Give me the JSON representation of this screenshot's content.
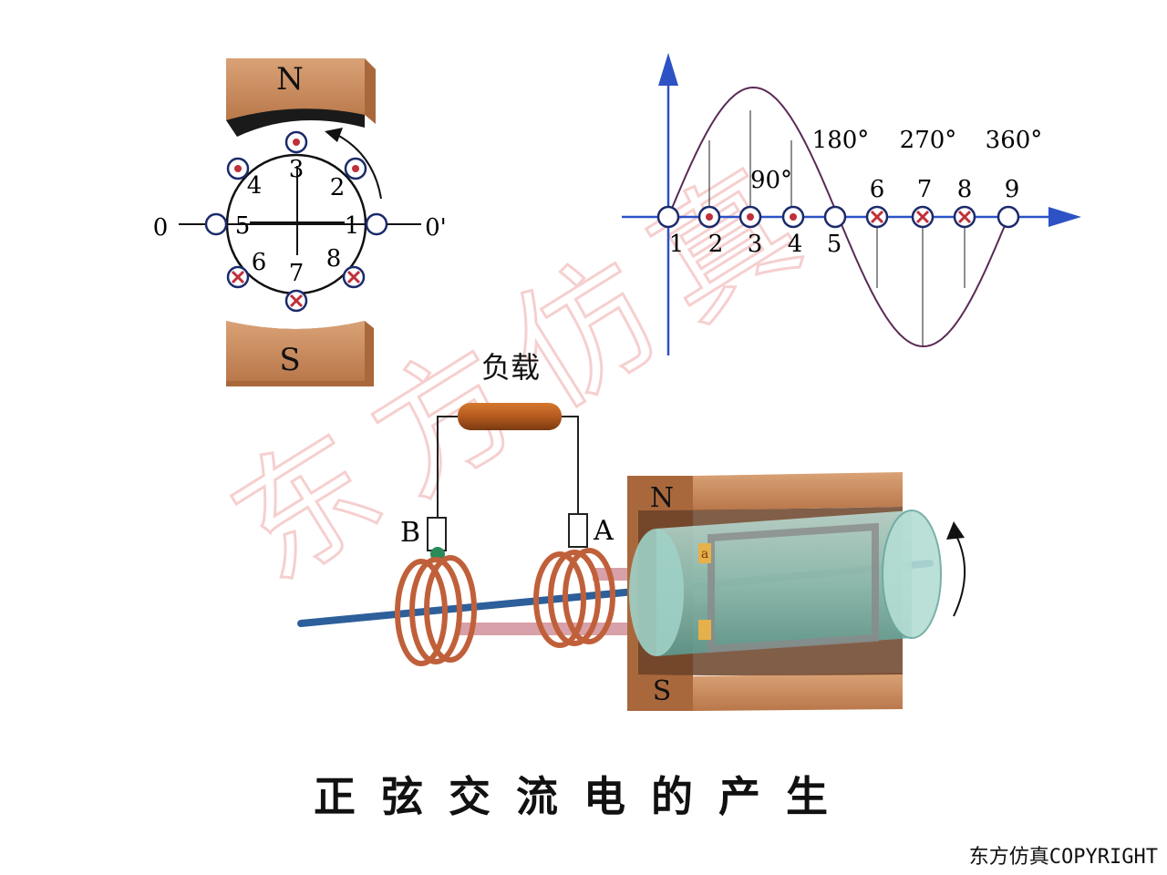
{
  "magnet_top": {
    "pole": "N"
  },
  "magnet_bottom": {
    "pole": "S"
  },
  "cross_section": {
    "axis_left": "0",
    "axis_right": "0'",
    "positions": [
      "1",
      "2",
      "3",
      "4",
      "5",
      "6",
      "7",
      "8"
    ]
  },
  "wave": {
    "degrees": [
      "90°",
      "180°",
      "270°",
      "360°"
    ],
    "point_labels": [
      "1",
      "2",
      "3",
      "4",
      "5",
      "6",
      "7",
      "8",
      "9"
    ],
    "point_labels_upper": [
      "6",
      "7",
      "8",
      "9"
    ]
  },
  "generator": {
    "load_label": "负载",
    "brush_b": "B",
    "brush_a": "A",
    "magnet_n": "N",
    "magnet_s": "S",
    "coil_side": "a"
  },
  "watermark": "东方仿真",
  "title": "正弦交流电的产生",
  "copyright": "东方仿真COPYRIGHT",
  "colors": {
    "magnet": "#c98a5a",
    "magnet_dark": "#8d5a36",
    "axis_blue": "#2d52c6",
    "sine": "#5a2a55",
    "dot_red": "#c0303a",
    "shaft": "#2d5f9a",
    "ring": "#c0603a",
    "resistor": "#b45a20",
    "watermark": "#f2b8b8"
  }
}
